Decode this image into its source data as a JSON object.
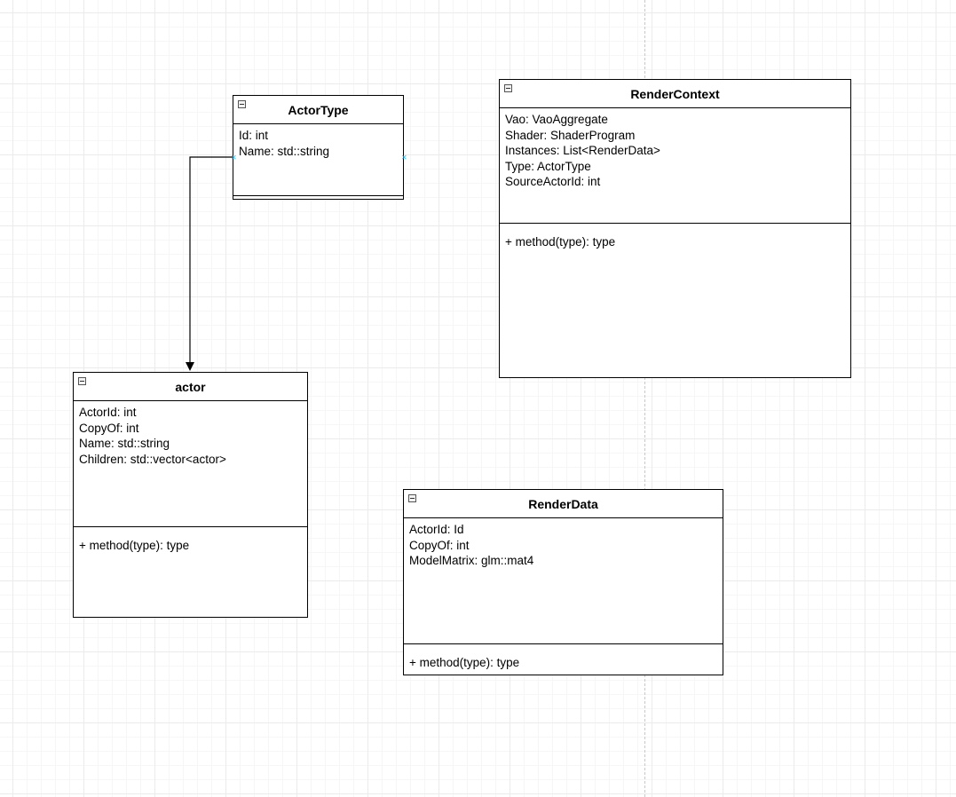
{
  "diagram": {
    "classes": {
      "actor_type": {
        "name": "ActorType",
        "attributes": [
          "Id: int",
          "Name: std::string"
        ],
        "methods": []
      },
      "render_context": {
        "name": "RenderContext",
        "attributes": [
          "Vao: VaoAggregate",
          "Shader: ShaderProgram",
          "Instances: List<RenderData>",
          "Type: ActorType",
          "SourceActorId: int"
        ],
        "methods": [
          "+ method(type): type"
        ]
      },
      "actor": {
        "name": "actor",
        "attributes": [
          "ActorId: int",
          "CopyOf: int",
          "Name: std::string",
          "Children: std::vector<actor>"
        ],
        "methods": [
          "+ method(type): type"
        ]
      },
      "render_data": {
        "name": "RenderData",
        "attributes": [
          "ActorId: Id",
          "CopyOf: int",
          "ModelMatrix: glm::mat4"
        ],
        "methods": [
          "+ method(type): type"
        ]
      }
    },
    "edges": [
      {
        "from": "actor_type",
        "to": "actor",
        "arrow": "open-arrow"
      }
    ]
  }
}
